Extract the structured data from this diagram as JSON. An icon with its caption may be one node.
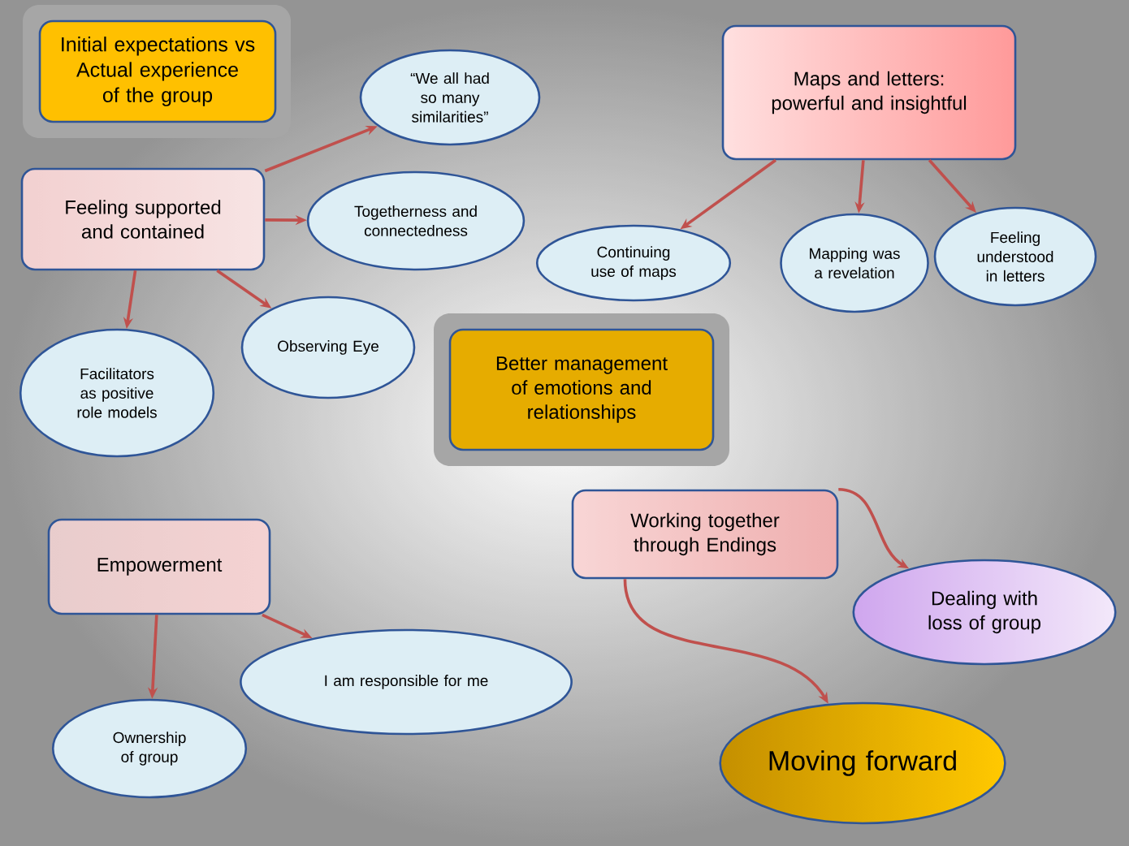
{
  "diagram": {
    "nodes": [
      {
        "text": [
          "Initial expectations vs Actual experience of the group"
        ]
      },
      {
        "text": [
          "Feeling supported and contained"
        ]
      },
      {
        "text": [
          "“We all had so many similarities”"
        ]
      },
      {
        "text": [
          "Togetherness and connectedness"
        ]
      },
      {
        "text": [
          "Observing Eye"
        ]
      },
      {
        "text": [
          "Facilitators as positive role models"
        ]
      },
      {
        "text": [
          "Better management of emotions and relationships"
        ]
      },
      {
        "text": [
          "Maps and letters: powerful and insightful"
        ]
      },
      {
        "text": [
          "Continuing use of maps"
        ]
      },
      {
        "text": [
          "Mapping was a revelation"
        ]
      },
      {
        "text": [
          "Feeling understood in letters"
        ]
      },
      {
        "text": [
          "Empowerment"
        ]
      },
      {
        "text": [
          "I am responsible for me"
        ]
      },
      {
        "text": [
          "Ownership of group"
        ]
      },
      {
        "text": [
          "Working together through Endings"
        ]
      },
      {
        "text": [
          "Dealing with loss of group"
        ]
      },
      {
        "text": [
          "Moving forward"
        ]
      }
    ],
    "edges": [
      {
        "from": 1,
        "to": 2,
        "arrow": "to"
      },
      {
        "from": 1,
        "to": 3,
        "arrow": "to"
      },
      {
        "from": 1,
        "to": 4,
        "arrow": "to"
      },
      {
        "from": 1,
        "to": 5,
        "arrow": "to"
      },
      {
        "from": 7,
        "to": 8,
        "arrow": "to"
      },
      {
        "from": 7,
        "to": 9,
        "arrow": "to"
      },
      {
        "from": 7,
        "to": 10,
        "arrow": "to"
      },
      {
        "from": 11,
        "to": 13,
        "arrow": "to"
      },
      {
        "from": 11,
        "to": 12,
        "arrow": "to"
      },
      {
        "from": 14,
        "to": 15,
        "arrow": "to"
      },
      {
        "from": 14,
        "to": 16,
        "arrow": "to"
      }
    ]
  }
}
